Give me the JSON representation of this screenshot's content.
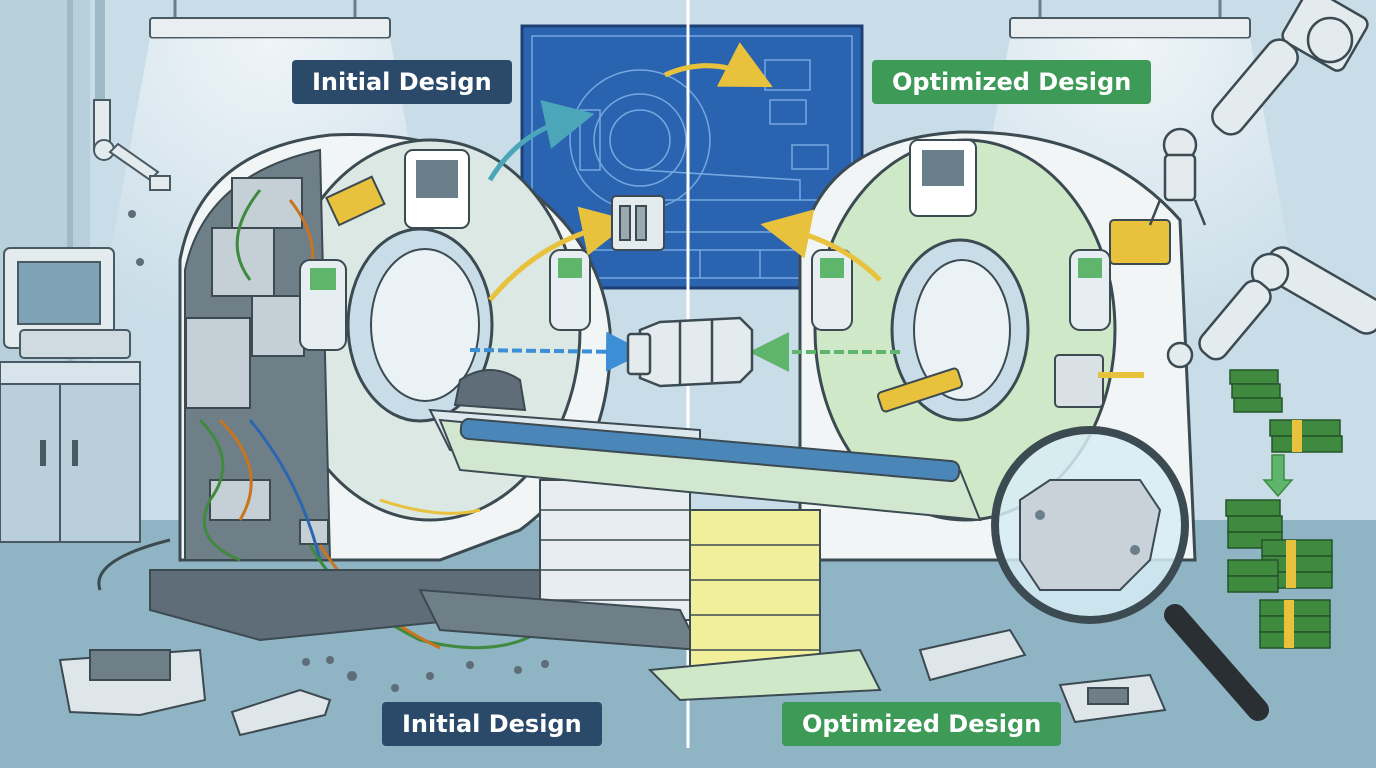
{
  "labels": {
    "initial_top": "Initial Design",
    "optimized_top": "Optimized Design",
    "initial_bottom": "Initial Design",
    "optimized_bottom": "Optimized Design"
  },
  "colors": {
    "initial_label": "#2b4a6a",
    "optimized_label": "#3e9a57",
    "blueprint": "#2a63b0",
    "arrow_yellow": "#e8c23c",
    "arrow_teal": "#4aa6b8",
    "arrow_blue": "#3c8fd6",
    "arrow_green": "#5fb56c",
    "money_green": "#3f8a3e",
    "scanner_shell": "#f2f5f6",
    "scanner_tint_optimized": "#cfe8c8"
  },
  "icons": [
    "ct-scanner-icon",
    "blueprint-icon",
    "robot-arm-icon",
    "magnifier-icon",
    "money-stack-icon",
    "bracket-part-icon",
    "cost-decrease-arrow-icon"
  ]
}
